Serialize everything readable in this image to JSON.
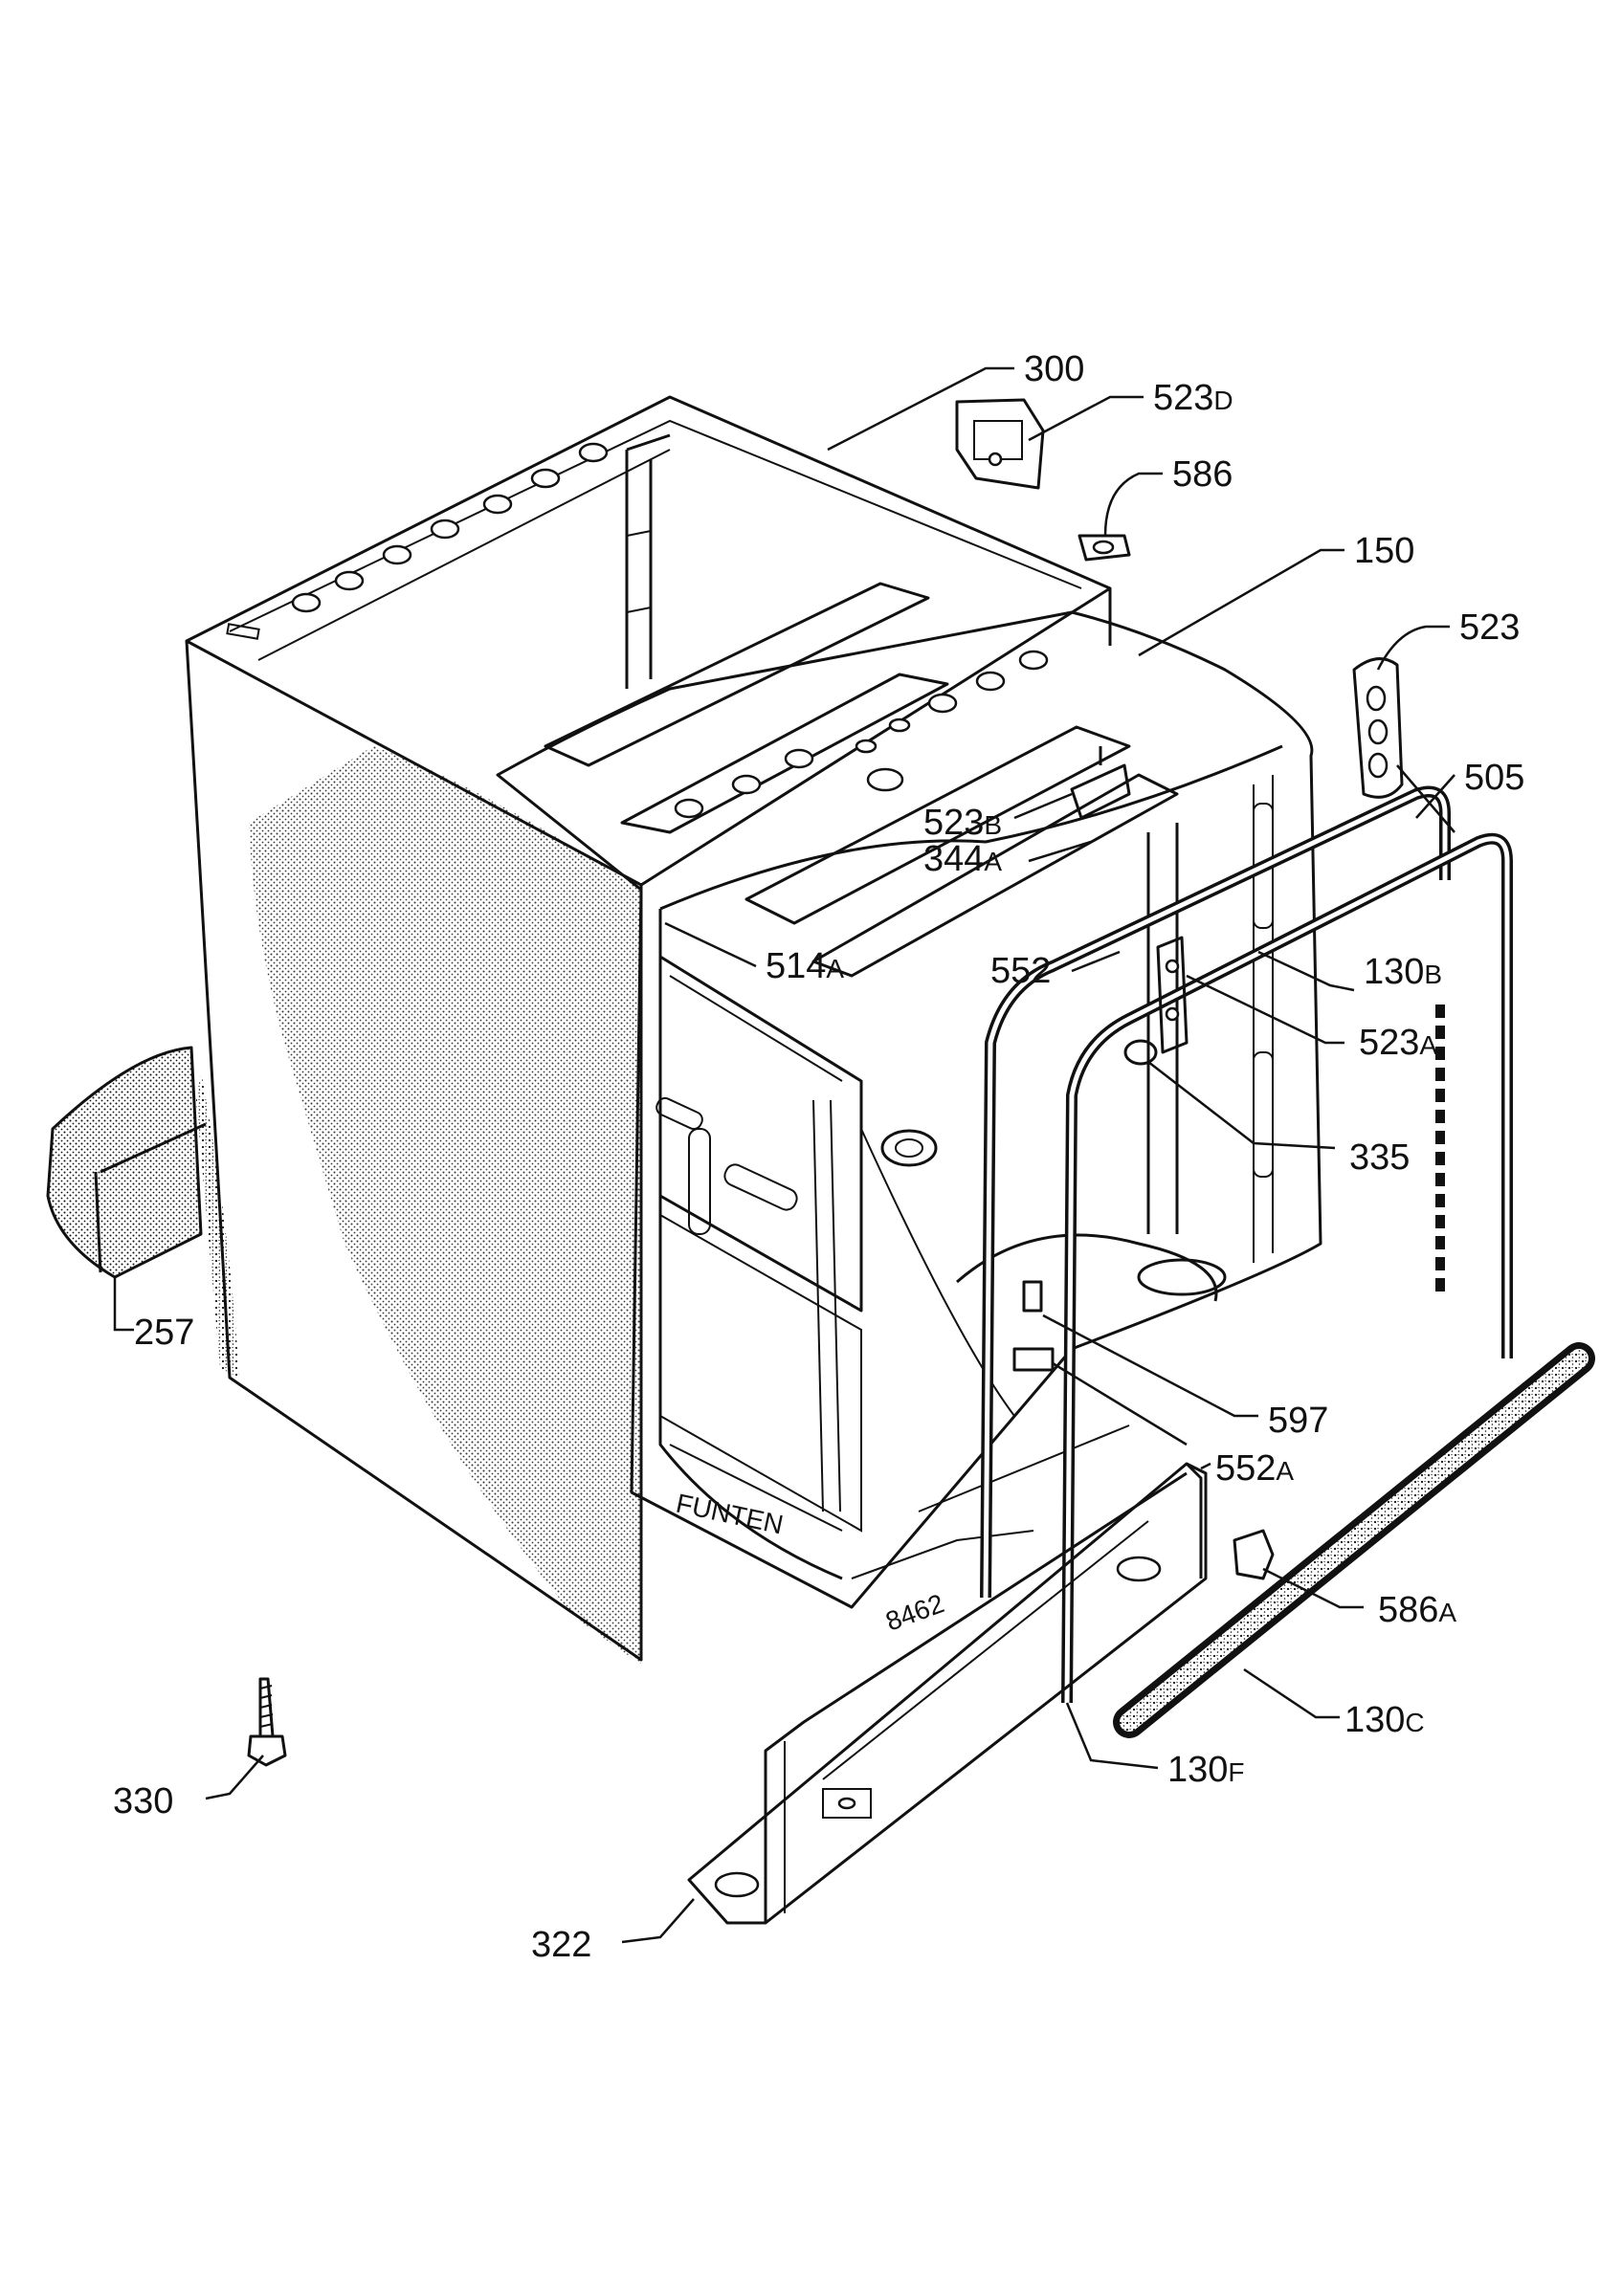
{
  "labels": {
    "l300": "300",
    "l523d": "523",
    "l523d_s": "D",
    "l586": "586",
    "l150": "150",
    "l523": "523",
    "l505": "505",
    "l523b": "523",
    "l523b_s": "B",
    "l344a": "344",
    "l344a_s": "A",
    "l514a": "514",
    "l514a_s": "A",
    "l552": "552",
    "l130b": "130",
    "l130b_s": "B",
    "l523a": "523",
    "l523a_s": "A",
    "l335": "335",
    "l257": "257",
    "l597": "597",
    "l552a": "552",
    "l552a_s": "A",
    "l586a": "586",
    "l586a_s": "A",
    "l130c": "130",
    "l130c_s": "C",
    "l130f": "130",
    "l130f_s": "F",
    "l330": "330",
    "l322": "322"
  }
}
